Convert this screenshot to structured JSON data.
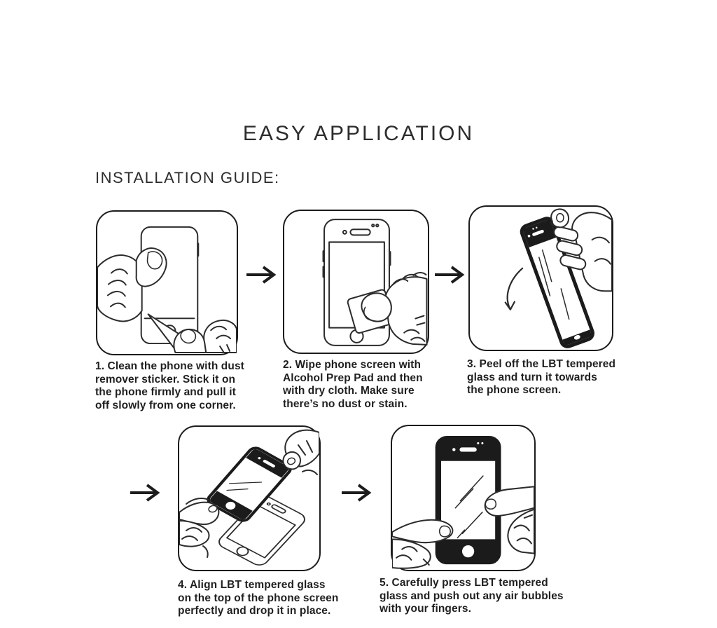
{
  "page": {
    "title": "EASY APPLICATION",
    "subtitle": "INSTALLATION GUIDE:"
  },
  "colors": {
    "background": "#ffffff",
    "ink": "#2c2c2c",
    "panel_border": "#1c1c1c",
    "glass_frame": "#1b1b1b"
  },
  "arrow": {
    "glyph": "→",
    "direction": "right"
  },
  "steps": [
    {
      "id": 1,
      "caption": "1. Clean the phone with dust\nremover sticker. Stick it on\nthe phone firmly and pull it\noff slowly from one corner.",
      "illustration": "hands-peeling-dust-remover-sticker-from-phone"
    },
    {
      "id": 2,
      "caption": "2. Wipe phone screen with\nAlcohol Prep Pad and then\nwith dry cloth. Make sure\nthere’s no dust or stain.",
      "illustration": "hand-wiping-phone-screen-with-alcohol-prep-pad"
    },
    {
      "id": 3,
      "caption": "3. Peel off the LBT tempered\nglass and turn it towards\nthe phone screen.",
      "illustration": "hand-peeling-tempered-glass-with-turn-arrow"
    },
    {
      "id": 4,
      "caption": "4. Align LBT tempered glass\non the top of the phone screen\nperfectly and drop it in place.",
      "illustration": "hands-aligning-tempered-glass-over-phone"
    },
    {
      "id": 5,
      "caption": "5. Carefully press LBT tempered\nglass and push out any air bubbles\nwith your fingers.",
      "illustration": "fingers-pressing-tempered-glass-onto-phone"
    }
  ]
}
